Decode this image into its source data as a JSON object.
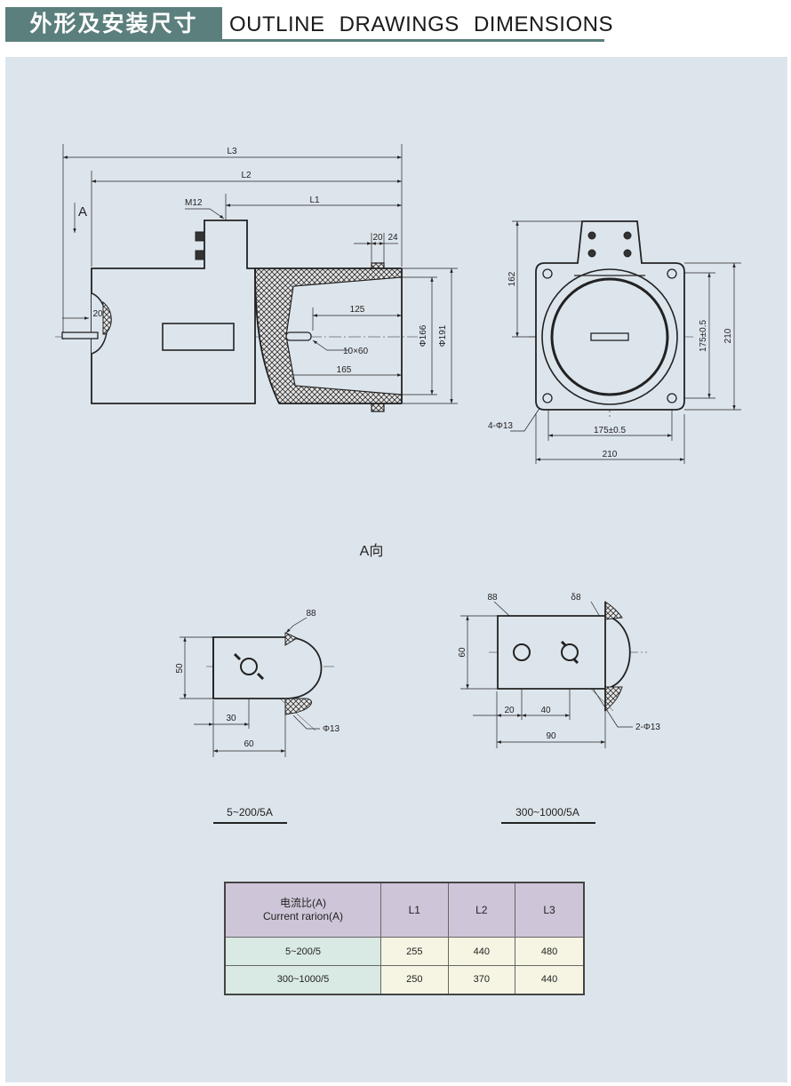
{
  "header": {
    "title_cn": "外形及安装尺寸",
    "title_en": "OUTLINE DRAWINGS DIMENSIONS"
  },
  "drawing": {
    "side_view_dims": {
      "l3": "L3",
      "l2": "L2",
      "l1": "L1",
      "m12": "M12",
      "a_arrow": "A",
      "d20_top": "20",
      "d24": "24",
      "d20_left": "20",
      "d125": "125",
      "slot": "10×60",
      "d165": "165",
      "phi166": "Φ166",
      "phi191": "Φ191"
    },
    "front_view_dims": {
      "d162": "162",
      "d175_v": "175±0.5",
      "d210_v": "210",
      "holes": "4-Φ13",
      "d175_h": "175±0.5",
      "d210_h": "210"
    },
    "a_view_label": "A向",
    "small_view_dims": {
      "d88": "88",
      "d50": "50",
      "d30": "30",
      "d60": "60",
      "phi13": "Φ13"
    },
    "large_view_dims": {
      "d88_a": "88",
      "d88_b": "δ8",
      "d60": "60",
      "d20": "20",
      "d40": "40",
      "d90": "90",
      "holes": "2-Φ13"
    },
    "variant_labels": [
      "5~200/5A",
      "300~1000/5A"
    ]
  },
  "table": {
    "header_cn": "电流比(A)",
    "header_en": "Current rarion(A)",
    "columns": [
      "L1",
      "L2",
      "L3"
    ],
    "rows": [
      {
        "ratio": "5~200/5",
        "values": [
          "255",
          "440",
          "480"
        ]
      },
      {
        "ratio": "300~1000/5",
        "values": [
          "250",
          "370",
          "440"
        ]
      }
    ]
  },
  "colors": {
    "accent": "#5b7f7c",
    "panel": "#dde5ec",
    "table_header": "#cfc5d8",
    "table_label": "#d9e9e3",
    "table_value": "#f6f5e4"
  }
}
